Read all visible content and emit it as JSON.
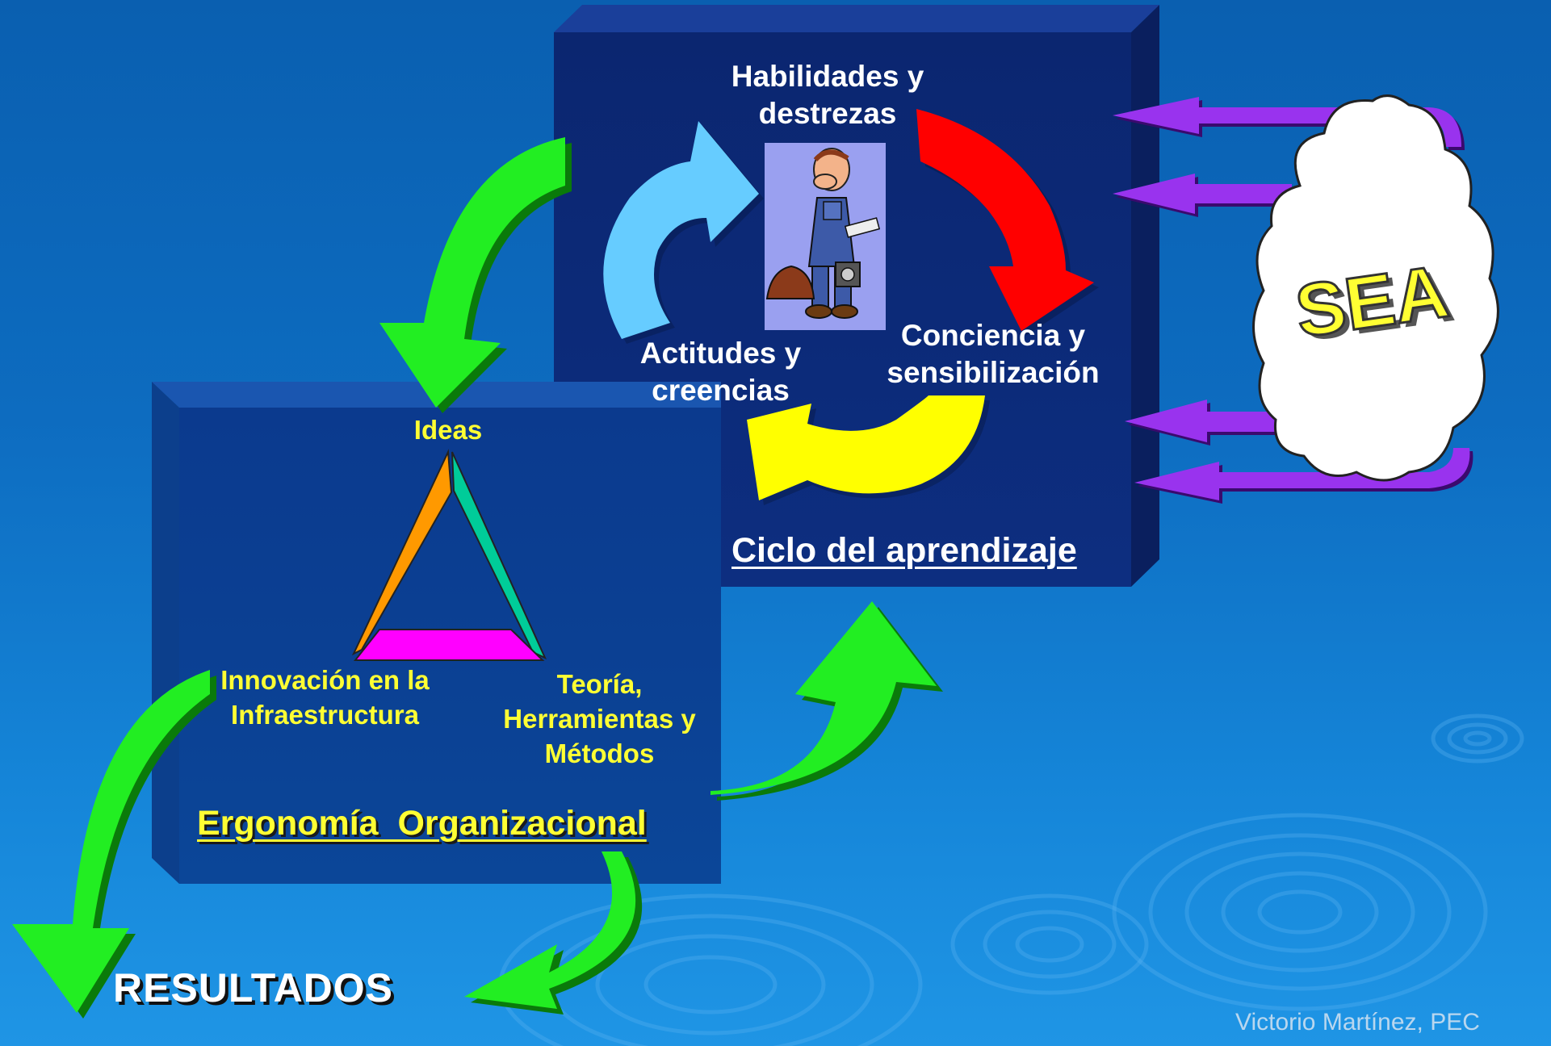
{
  "learning_cycle": {
    "title": "Ciclo del aprendizaje",
    "stages": {
      "skills": "Habilidades y destrezas",
      "awareness": "Conciencia y sensibilización",
      "attitudes": "Actitudes y creencias"
    }
  },
  "organizational_ergonomics": {
    "title": "Ergonomía  Organizacional",
    "vertices": {
      "top": "Ideas",
      "left": "Innovación en la Infraestructura",
      "right": "Teoría, Herramientas y Métodos"
    }
  },
  "cloud": {
    "label": "SEA"
  },
  "outcome": {
    "label": "RESULTADOS"
  },
  "credit": "Victorio Martínez, PEC",
  "colors": {
    "panel": "#0c2a78",
    "skills_arrow": "#66ccff",
    "awareness_arrow": "#ff0000",
    "attitudes_arrow": "#ffff00",
    "flow_arrow": "#22ee22",
    "sea_arrow": "#9933ee",
    "triangle_left": "#ff9900",
    "triangle_right": "#00cc99",
    "triangle_base": "#ff00ff"
  },
  "icons": {
    "worker": "worker-illustration",
    "cloud": "cloud-shape"
  }
}
